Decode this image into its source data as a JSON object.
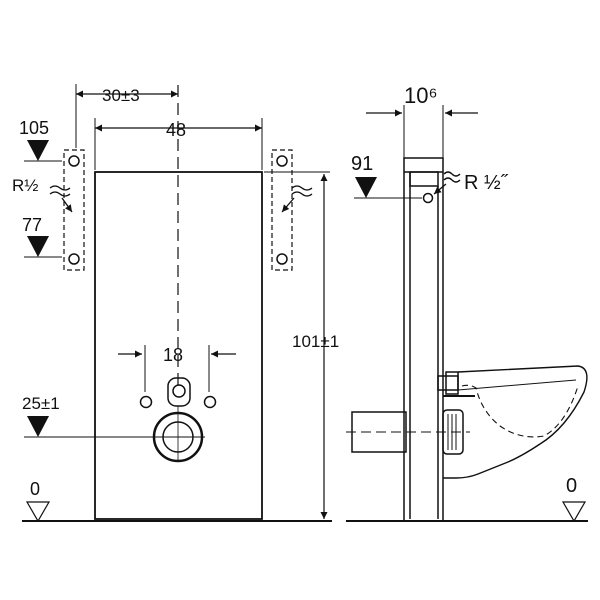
{
  "labels": {
    "dim_30": "30±3",
    "dim_48": "48",
    "dim_105": "105",
    "dim_r_half_left": "R½",
    "dim_77": "77",
    "dim_18": "18",
    "dim_25": "25±1",
    "dim_0_left": "0",
    "dim_101": "101±1",
    "dim_10_6": "10⁶",
    "dim_91": "91",
    "dim_r_half_right": "R ½˝",
    "dim_0_right": "0"
  }
}
